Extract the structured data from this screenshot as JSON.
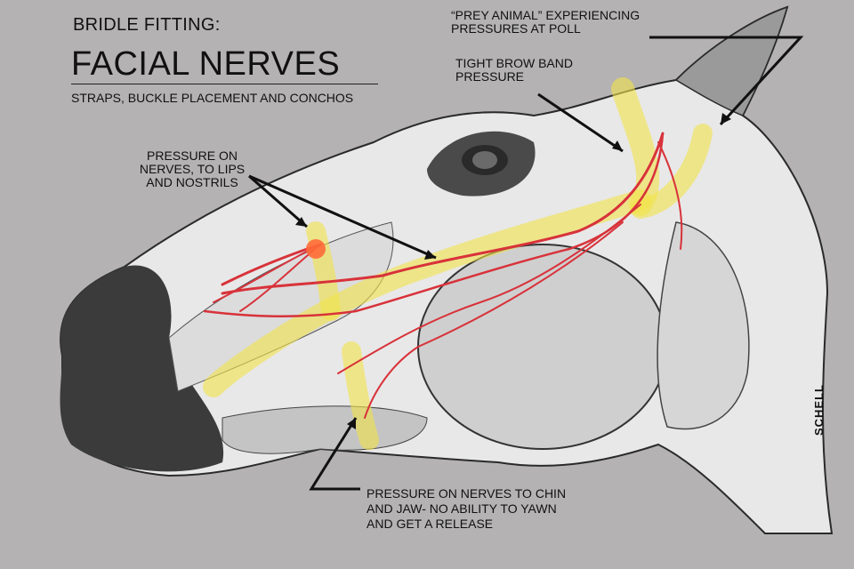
{
  "header": {
    "subtitle": "BRIDLE FITTING:",
    "title": "FACIAL NERVES",
    "caption": "STRAPS, BUCKLE PLACEMENT AND CONCHOS"
  },
  "labels": {
    "lips": "PRESSURE ON\nNERVES, TO LIPS\nAND NOSTRILS",
    "poll": "“PREY ANIMAL” EXPERIENCING\nPRESSURES AT POLL",
    "brow": "TIGHT BROW BAND\nPRESSURE",
    "chin": "PRESSURE ON NERVES TO CHIN\n AND JAW- NO ABILITY TO YAWN\nAND GET A RELEASE"
  },
  "signature": "SCHELL",
  "colors": {
    "background": "#b4b2b3",
    "nerve": "#d8323a",
    "highlight": "#f2e24a",
    "skin": "#e9e9e9",
    "dark": "#3a3a3a"
  }
}
